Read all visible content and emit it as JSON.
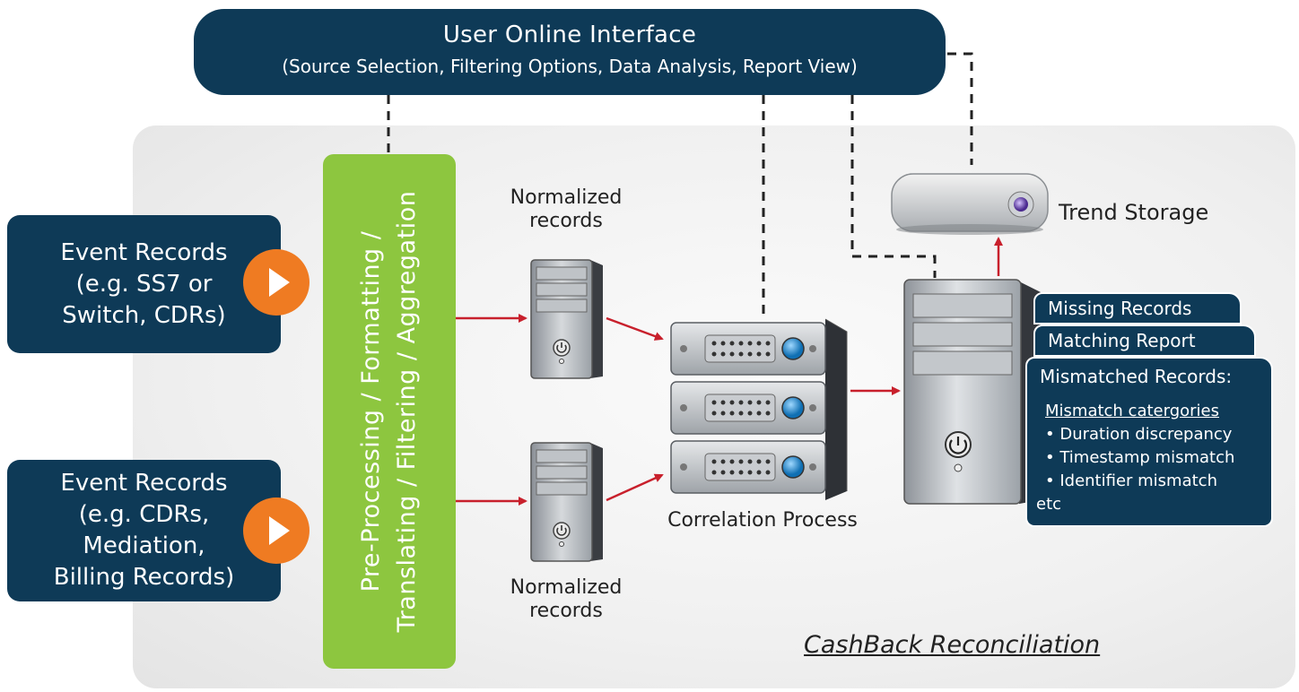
{
  "header": {
    "title": "User Online Interface",
    "subtitle": "(Source Selection, Filtering Options, Data Analysis, Report View)"
  },
  "inputs": [
    {
      "lines": [
        "Event Records",
        "(e.g. SS7 or",
        "Switch, CDRs)"
      ]
    },
    {
      "lines": [
        "Event Records",
        "(e.g. CDRs,",
        "Mediation,",
        "Billing Records)"
      ]
    }
  ],
  "processing": {
    "line1": "Pre-Processing / Formatting /",
    "line2": "Translating / Filtering / Aggregation"
  },
  "normalized": {
    "top": [
      "Normalized",
      "records"
    ],
    "bottom": [
      "Normalized",
      "records"
    ]
  },
  "correlation_label": "Correlation Process",
  "storage_label": "Trend Storage",
  "reports": {
    "missing": "Missing Records",
    "matching": "Matching Report",
    "mismatched": {
      "title": "Mismatched Records:",
      "heading": "Mismatch catergories",
      "items": [
        "• Duration discrepancy",
        "• Timestamp mismatch",
        "• Identifier mismatch",
        "etc"
      ]
    }
  },
  "footer": "CashBack Reconciliation",
  "colors": {
    "navy": "#0e3a57",
    "green": "#8dc63f",
    "orange": "#ef7b22",
    "arrow_red": "#c8202c"
  }
}
